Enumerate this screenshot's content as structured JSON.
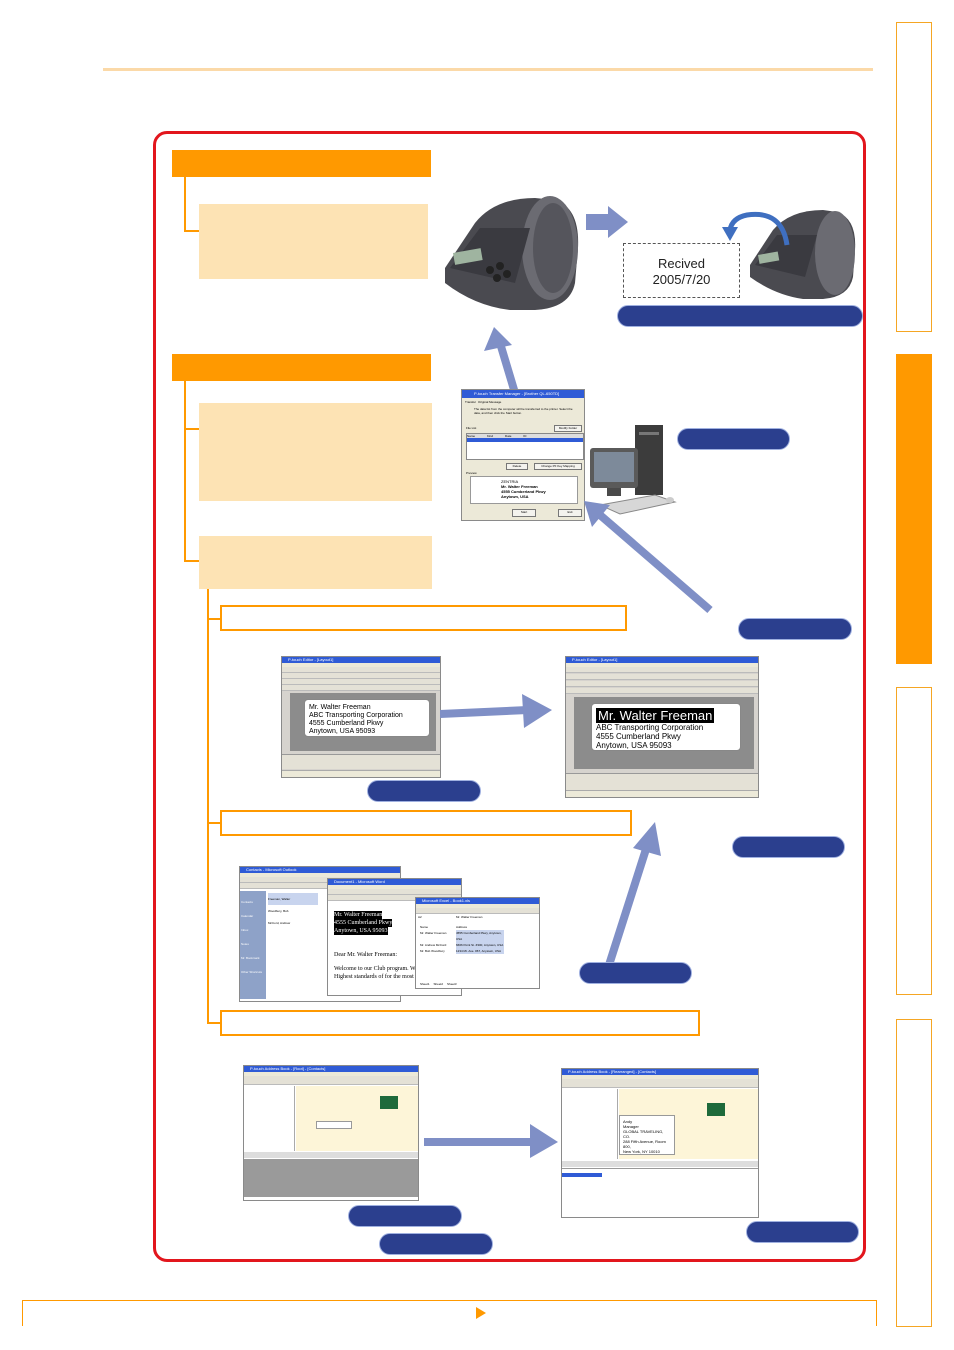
{
  "received_note": {
    "line1": "Recived",
    "line2": "2005/7/20"
  },
  "transfer_dialog": {
    "title": "P-touch Transfer Manager - [Brother QL-650TD]",
    "tabs": [
      "Transfer",
      "Original Message"
    ],
    "instruction": "The data list from the computer will be transferred to the printer. Select the data, and then click the Start button.",
    "file_list_label": "File List",
    "modify_button": "Modify Folder",
    "columns": [
      "Name",
      "Kind",
      "Date",
      "ID"
    ],
    "delete_button": "Delete",
    "change_button": "Change PF Key Mapping",
    "preview_label": "Preview",
    "preview_lines": [
      "ZENTRIA",
      "Mr. Walter Freeman",
      "4555 Cumberland Pkwy",
      "Anytown, USA"
    ],
    "start_button": "Start",
    "exit_button": "Exit"
  },
  "editor_before": {
    "title": "P-touch Editor - [Layout1]",
    "label_lines": [
      "Mr. Walter Freeman",
      "ABC Transporting Corporation",
      "4555 Cumberland Pkwy",
      "Anytown, USA 95093"
    ]
  },
  "editor_after": {
    "title": "P-touch Editor - [Layout1]",
    "label_lines": [
      "Mr. Walter Freeman",
      "ABC Transporting Corporation",
      "4555 Cumberland Pkwy",
      "Anytown, USA 95093"
    ]
  },
  "outlook_window": {
    "title": "Contacts - Microsoft Outlook",
    "contacts": [
      "Freeman, Walter",
      "Woodbury, Bob",
      "McCord, Andrew"
    ],
    "nav_items": [
      "Contacts",
      "Calendar",
      "Inbox",
      "Notes",
      "Mr. Bookmark",
      "Other Shortcuts"
    ]
  },
  "word_window": {
    "title": "Document1 - Microsoft Word",
    "selected_lines": [
      "Mr. Walter Freeman",
      "4555 Cumberland Pkwy",
      "Anytown, USA 95093"
    ],
    "body_lines": [
      "Dear Mr. Walter Freeman:",
      "Welcome to our Club program. We are very",
      "Highest standards of for the most positive"
    ]
  },
  "excel_window": {
    "title": "Microsoft Excel - Book1.xls",
    "cell_ref": "A2",
    "formula": "Mr. Walter Freeman",
    "headers": [
      "Name",
      "Address"
    ],
    "rows": [
      [
        "Mr. Walter Freeman",
        "4555 Cumberland Pkwy, Anytown, USA"
      ],
      [
        "Mr. Andrew McCord",
        "6666 Point St. #300, Anytown, USA"
      ],
      [
        "Mr. Bob Woodbury",
        "1234 Mt. Ave. #67, Anytown, USA"
      ]
    ],
    "sheet_tabs": [
      "Sheet1",
      "Sheet2",
      "Sheet3"
    ]
  },
  "address_book_before": {
    "title": "P-touch Address Book - [Root] - [Contacts]"
  },
  "address_book_after": {
    "title": "P-touch Address Book - [Rearranged] - [Contacts]",
    "card_lines": [
      "Andy",
      "Manager",
      "GLOBAL TRAVELING, CO.",
      "288 Fifth Avenue, Room 800,",
      "New York, NY 10010"
    ]
  },
  "colors": {
    "frame_red": "#e2161d",
    "accent_orange": "#ff9900",
    "cream": "#fde3b4",
    "pill_navy": "#2b3f8e",
    "arrow_blue": "#7f8fc6"
  },
  "icons": [
    "printer",
    "computer",
    "right-arrow",
    "curved-arrow",
    "triangle-next"
  ]
}
